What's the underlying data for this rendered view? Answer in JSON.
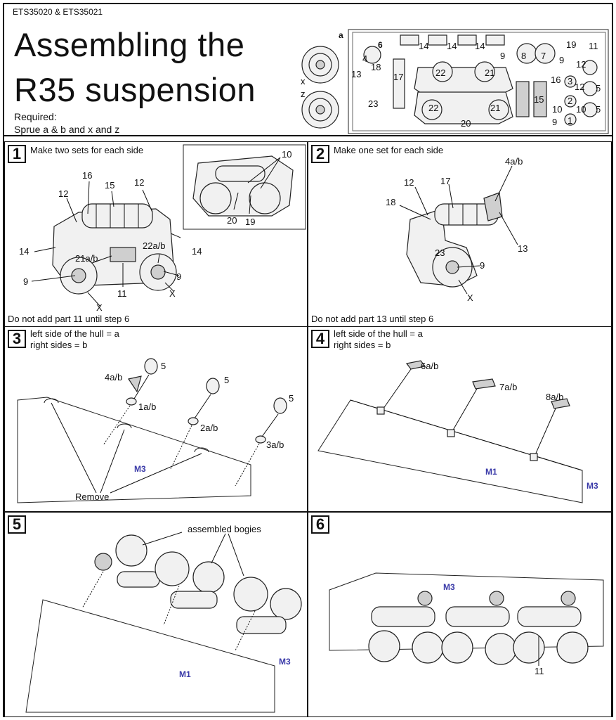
{
  "header": {
    "code": "ETS35020 & ETS35021",
    "title_line1": "Assembling the",
    "title_line2": "R35 suspension",
    "required_line1": "Required:",
    "required_line2": "Sprue a & b and x and z",
    "sprue_labels": {
      "a": "a",
      "x": "x",
      "z": "z",
      "parts": [
        "6",
        "14",
        "14",
        "14",
        "9",
        "8",
        "7",
        "19",
        "11",
        "4",
        "18",
        "17",
        "22",
        "21",
        "9",
        "13",
        "16",
        "12",
        "3",
        "12",
        "5",
        "15",
        "23",
        "22",
        "21",
        "10",
        "2",
        "10",
        "5",
        "20",
        "9",
        "1"
      ]
    }
  },
  "steps": [
    {
      "number": "1",
      "instruction": "Make two sets for each side",
      "footer": "Do not add part 11 until step 6",
      "callouts": [
        "16",
        "12",
        "15",
        "12",
        "14",
        "22a/b",
        "14",
        "21a/b",
        "9",
        "9",
        "11",
        "X",
        "X"
      ],
      "inset_callouts": [
        "10",
        "20",
        "19"
      ]
    },
    {
      "number": "2",
      "instruction": "Make one set for each side",
      "footer": "Do not add part 13 until step 6",
      "callouts": [
        "4a/b",
        "12",
        "17",
        "18",
        "13",
        "23",
        "9",
        "X"
      ]
    },
    {
      "number": "3",
      "instruction_line1": "left side of the hull = a",
      "instruction_line2": "right sides = b",
      "callouts": [
        "4a/b",
        "5",
        "5",
        "5",
        "1a/b",
        "2a/b",
        "3a/b",
        "Remove"
      ],
      "hull_label": "M3"
    },
    {
      "number": "4",
      "instruction_line1": "left side of the hull = a",
      "instruction_line2": "right sides = b",
      "callouts": [
        "6a/b",
        "7a/b",
        "8a/b"
      ],
      "hull_labels": [
        "M1",
        "M3"
      ]
    },
    {
      "number": "5",
      "callouts": [
        "assembled bogies"
      ],
      "hull_labels": [
        "M1",
        "M3"
      ]
    },
    {
      "number": "6",
      "callouts": [
        "11"
      ],
      "hull_labels": [
        "M3"
      ]
    }
  ]
}
